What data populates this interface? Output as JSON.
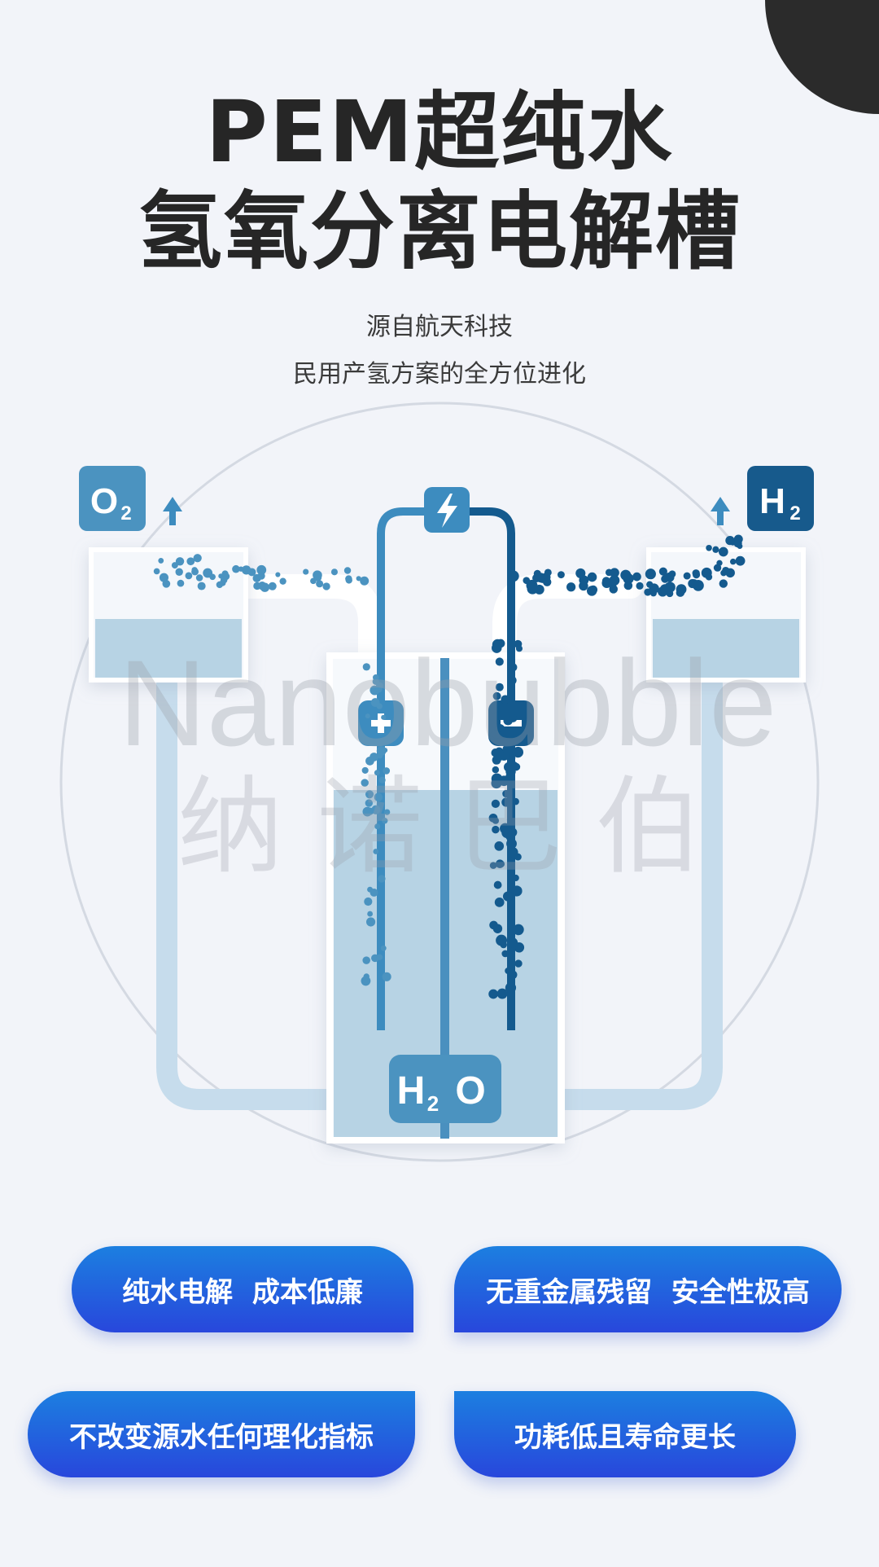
{
  "title": {
    "line1": "PEM超纯水",
    "line2": "氢氧分离电解槽"
  },
  "subtitle": {
    "line1": "源自航天科技",
    "line2": "民用产氢方案的全方位进化"
  },
  "diagram": {
    "labels": {
      "oxygen": "O",
      "oxygen_sub": "2",
      "hydrogen": "H",
      "hydrogen_sub": "2",
      "water": "H",
      "water_sub": "2",
      "water_tail": "O"
    },
    "watermark": {
      "latin": "Nanobubble",
      "chinese": "纳 诺 巴 伯"
    },
    "icons": [
      "lightning-icon",
      "plus-icon",
      "minus-icon",
      "arrow-up-icon"
    ],
    "colors": {
      "oxygen_box": "#4b93c0",
      "hydrogen_box": "#175a8c",
      "anode_wire": "#3d8cbf",
      "cathode_wire": "#145a8e",
      "water": "#b7d3e4",
      "pipe": "#c6dcec"
    }
  },
  "features": [
    "纯水电解  成本低廉",
    "无重金属残留  安全性极高",
    "不改变源水任何理化指标",
    "功耗低且寿命更长"
  ]
}
